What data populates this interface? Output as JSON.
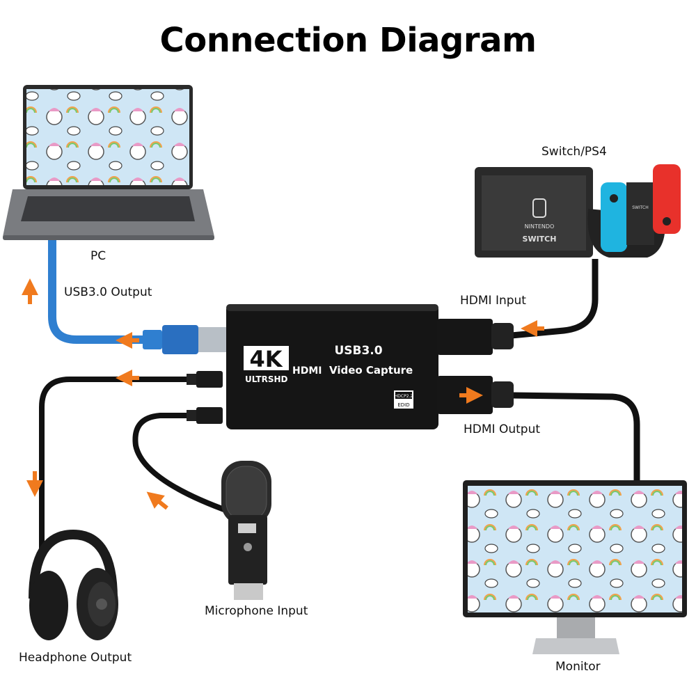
{
  "title": "Connection Diagram",
  "labels": {
    "pc": "PC",
    "usb_output": "USB3.0 Output",
    "switch_ps4": "Switch/PS4",
    "hdmi_input": "HDMI Input",
    "hdmi_output": "HDMI Output",
    "microphone_input": "Microphone Input",
    "headphone_output": "Headphone Output",
    "monitor": "Monitor"
  },
  "device": {
    "badge": "4K",
    "badge_sub": "ULTRSHD",
    "line1": "USB3.0",
    "line2_brand": "HDMI",
    "line2": "Video Capture",
    "tag_top": "HDCP2.2",
    "tag_bottom": "EDID"
  },
  "switch_brand": [
    "NINTENDO",
    "SWITCH"
  ],
  "colors": {
    "arrow": "#f07a1e",
    "usb_cable": "#2f7fd0",
    "device_body": "#151515",
    "joycon_left": "#1fb4e0",
    "joycon_right": "#e8312b"
  }
}
